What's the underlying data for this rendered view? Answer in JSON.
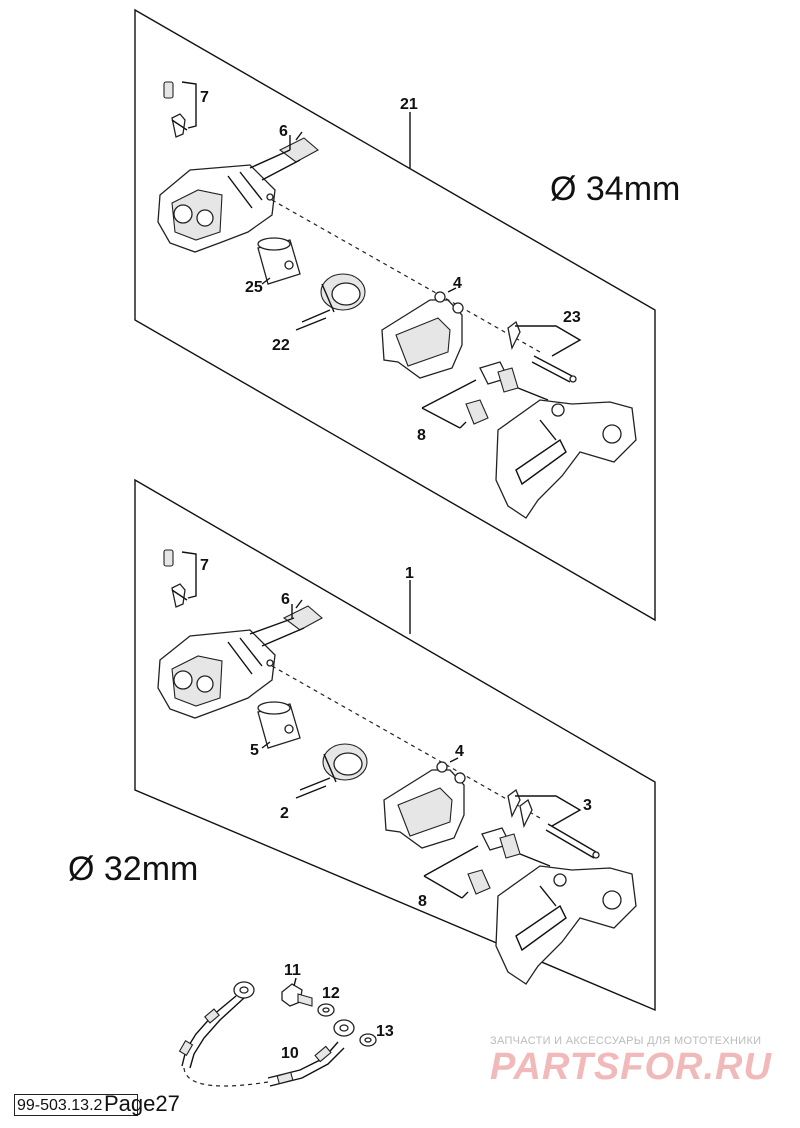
{
  "labels": {
    "p7a": "7",
    "p6a": "6",
    "p21": "21",
    "p25": "25",
    "p4a": "4",
    "p23": "23",
    "p22": "22",
    "p8a": "8",
    "p7b": "7",
    "p6b": "6",
    "p1": "1",
    "p5": "5",
    "p4b": "4",
    "p3": "3",
    "p2": "2",
    "p8b": "8",
    "p11": "11",
    "p12": "12",
    "p13": "13",
    "p10": "10"
  },
  "diameters": {
    "top": "Ø 34mm",
    "bottom": "Ø 32mm"
  },
  "footer": {
    "code": "99-503.13.2",
    "page": "Page27"
  },
  "watermark": {
    "caption": "ЗАПЧАСТИ И АКСЕССУАРЫ ДЛЯ МОТОТЕХНИКИ",
    "logo": "PARTSFOR.RU"
  }
}
